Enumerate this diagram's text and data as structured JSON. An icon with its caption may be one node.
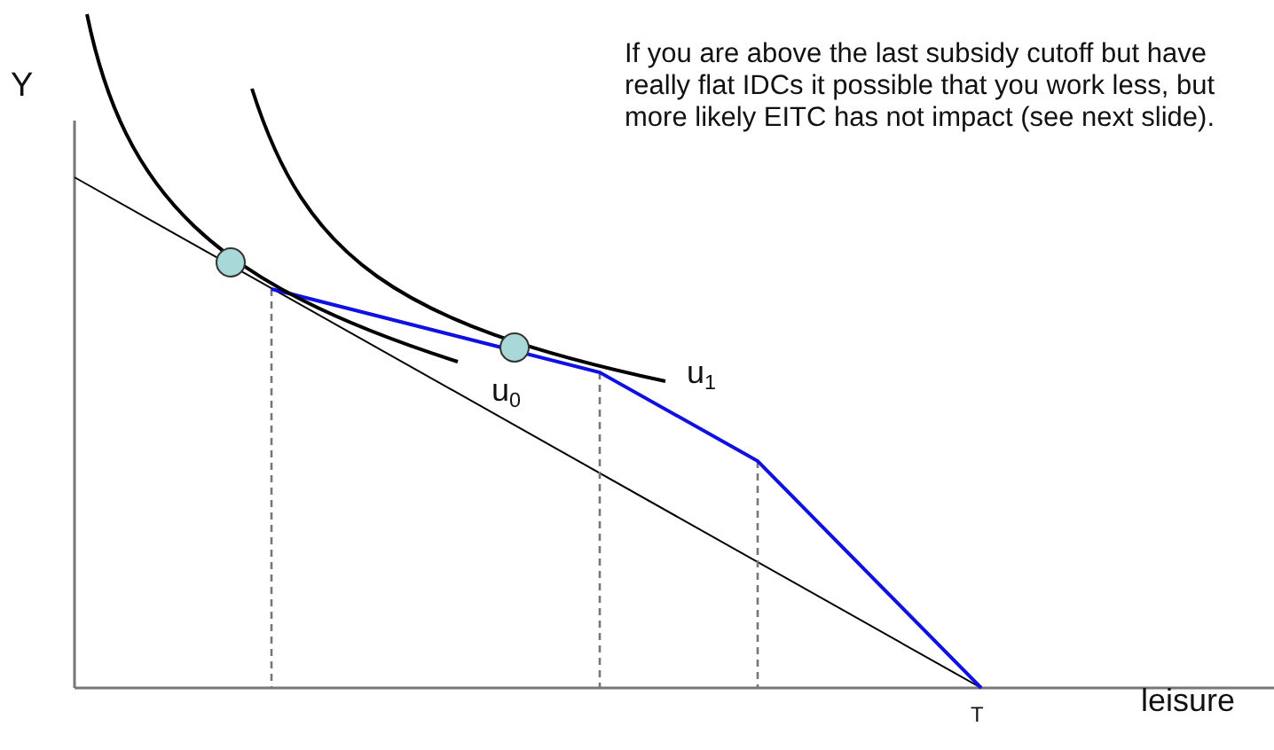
{
  "diagram": {
    "labels": [
      "If you are above the last subsidy cutoff but have really flat IDCs it possible that you work less, but more likely EITC has not impact (see next slide).",
      "Y",
      "u$_{0}$",
      "u$_{1}$",
      "T",
      "leisure"
    ]
  }
}
